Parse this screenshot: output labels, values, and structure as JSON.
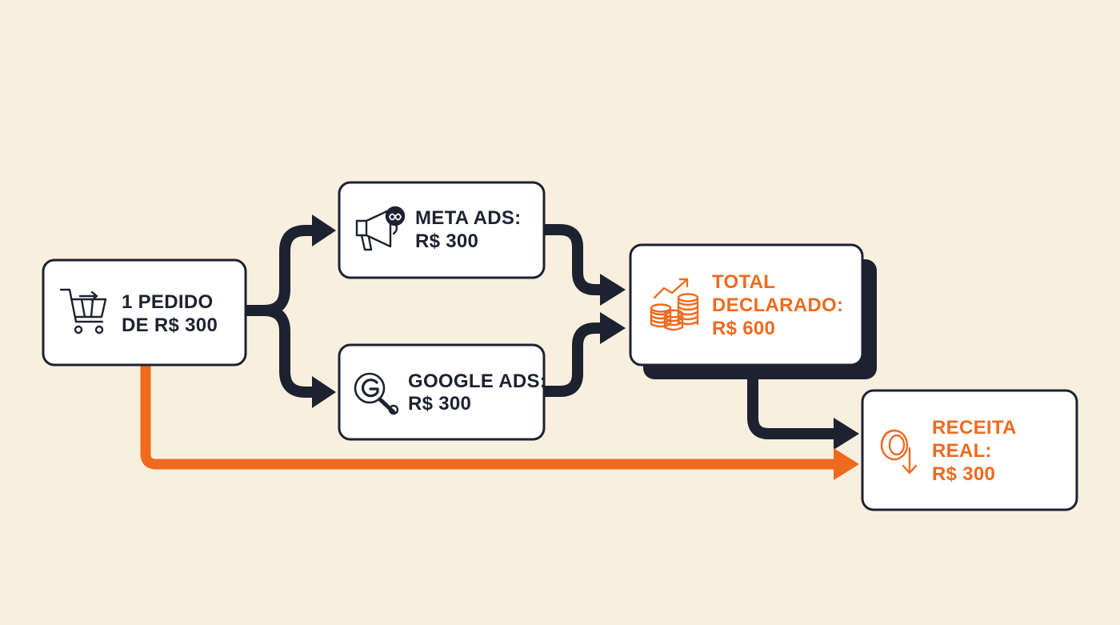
{
  "nodes": {
    "order": {
      "lines": [
        "1 PEDIDO",
        "DE R$ 300"
      ],
      "icon": "shopping-cart-icon"
    },
    "meta": {
      "lines": [
        "META ADS:",
        "R$ 300"
      ],
      "icon": "megaphone-meta-icon"
    },
    "google": {
      "lines": [
        "GOOGLE ADS:",
        "R$ 300"
      ],
      "icon": "google-search-icon"
    },
    "total": {
      "lines": [
        "TOTAL",
        "DECLARADO:",
        "R$ 600"
      ],
      "icon": "coins-trend-icon"
    },
    "real": {
      "lines": [
        "RECEITA",
        "REAL:",
        "R$ 300"
      ],
      "icon": "coin-down-icon"
    }
  },
  "colors": {
    "background": "#f9efdf",
    "dark": "#1d2230",
    "accent": "#ef6a1f",
    "box": "#ffffff"
  }
}
